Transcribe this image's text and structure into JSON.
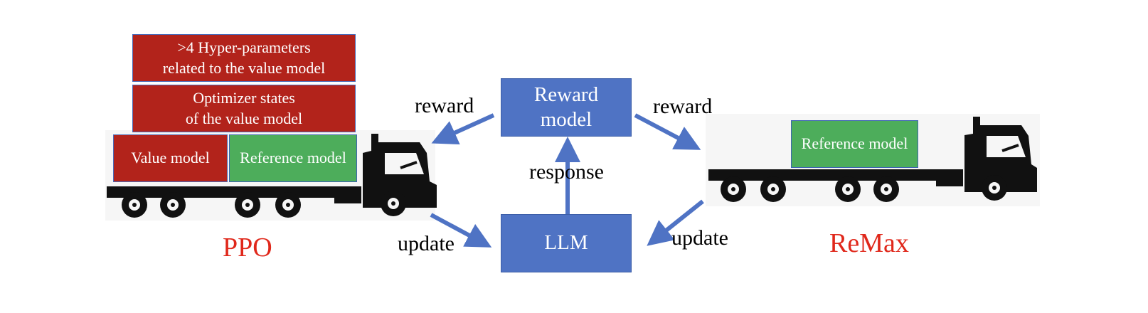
{
  "ppo": {
    "title": "PPO",
    "hyperparams_box": ">4 Hyper-parameters\nrelated to the value model",
    "optimizer_box": "Optimizer states\nof the value model",
    "value_model_box": "Value model",
    "reference_model_box": "Reference model"
  },
  "remax": {
    "title": "ReMax",
    "reference_model_box": "Reference model"
  },
  "center": {
    "reward_model_box": "Reward\nmodel",
    "llm_box": "LLM"
  },
  "edge_labels": {
    "reward_left": "reward",
    "reward_right": "reward",
    "response": "response",
    "update_left": "update",
    "update_right": "update"
  },
  "colors": {
    "cargo_red": "#b2231b",
    "cargo_green": "#4dad5b",
    "model_blue": "#4f73c4",
    "arrow_blue": "#4f73c4",
    "title_red": "#e0281b",
    "truck_black": "#111111"
  }
}
